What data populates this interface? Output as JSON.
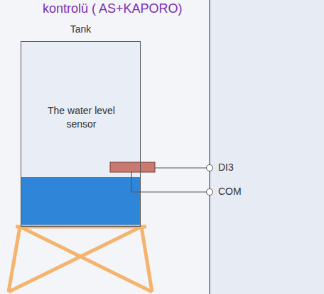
{
  "diagram": {
    "title": "kontrolü ( AS+KAPORO)",
    "nodes": [
      {
        "text": [
          "Tank",
          "The water level sensor"
        ]
      }
    ],
    "labels": [
      "DI3",
      "COM"
    ]
  }
}
